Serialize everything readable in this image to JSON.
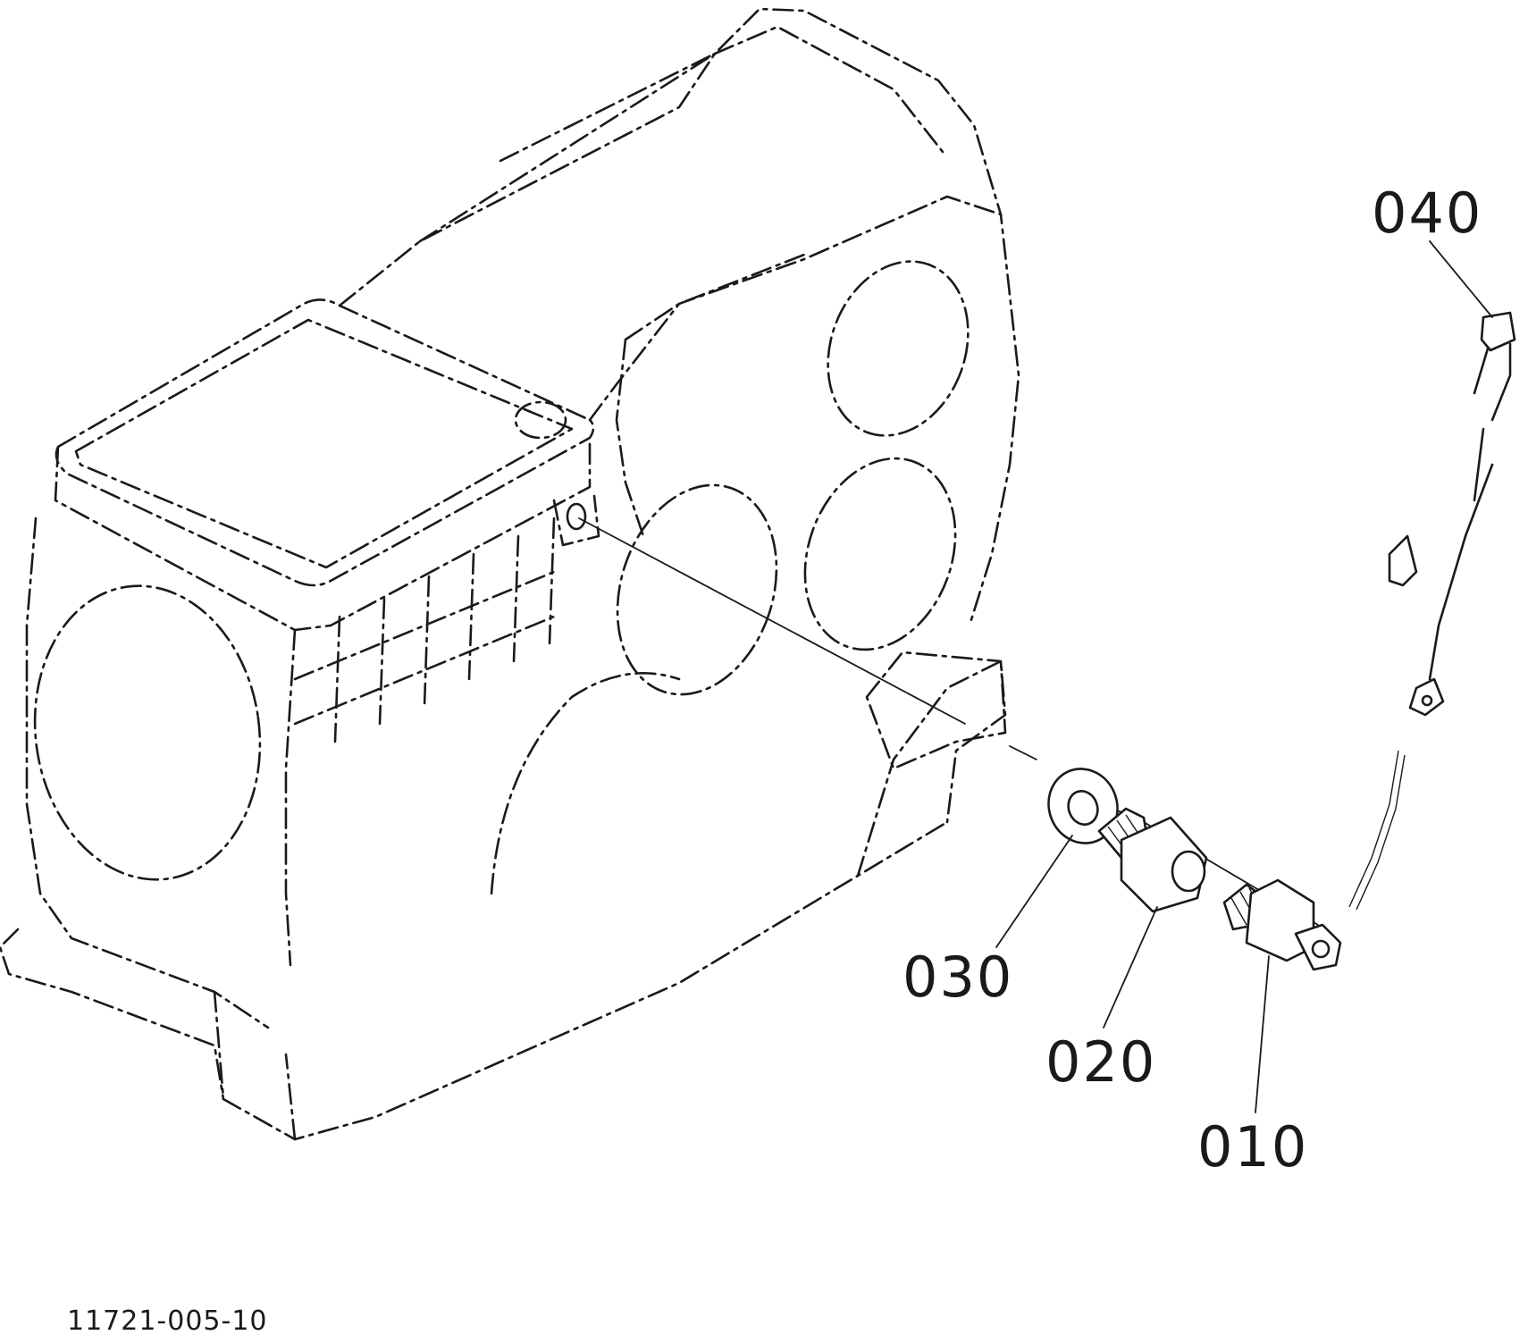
{
  "diagram": {
    "reference_code": "11721-005-10",
    "callouts": [
      {
        "id": "040",
        "label": "040"
      },
      {
        "id": "030",
        "label": "030"
      },
      {
        "id": "020",
        "label": "020"
      },
      {
        "id": "010",
        "label": "010"
      }
    ]
  },
  "colors": {
    "line": "#1a1a1a",
    "background": "#ffffff"
  }
}
